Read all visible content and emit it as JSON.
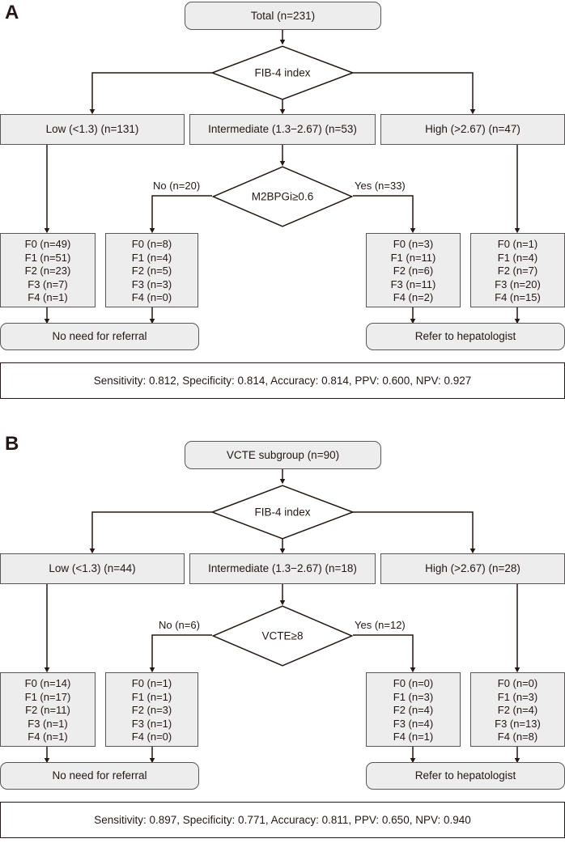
{
  "figure": {
    "type": "clinical-decision-flowchart",
    "panels": [
      {
        "label": "A",
        "root": "Total (n=231)",
        "decision1": "FIB-4 index",
        "strata": [
          "Low (<1.3) (n=131)",
          "Intermediate (1.3−2.67) (n=53)",
          "High (>2.67) (n=47)"
        ],
        "decision2": "M2BPGi≥0.6",
        "branch_no": "No (n=20)",
        "branch_yes": "Yes (n=33)",
        "stage_groups": [
          {
            "name": "low-stages",
            "rows": [
              "F0 (n=49)",
              "F1 (n=51)",
              "F2 (n=23)",
              "F3 (n=7)",
              "F4 (n=1)"
            ]
          },
          {
            "name": "intermediate-no-stages",
            "rows": [
              "F0 (n=8)",
              "F1 (n=4)",
              "F2 (n=5)",
              "F3 (n=3)",
              "F4 (n=0)"
            ]
          },
          {
            "name": "intermediate-yes-stages",
            "rows": [
              "F0 (n=3)",
              "F1 (n=11)",
              "F2 (n=6)",
              "F3 (n=11)",
              "F4 (n=2)"
            ]
          },
          {
            "name": "high-stages",
            "rows": [
              "F0 (n=1)",
              "F1 (n=4)",
              "F2 (n=7)",
              "F3 (n=20)",
              "F4 (n=15)"
            ]
          }
        ],
        "outcome_left": "No need for referral",
        "outcome_right": "Refer to hepatologist",
        "stats": "Sensitivity: 0.812, Specificity: 0.814, Accuracy: 0.814, PPV: 0.600, NPV: 0.927",
        "metrics": {
          "sensitivity": 0.812,
          "specificity": 0.814,
          "accuracy": 0.814,
          "ppv": 0.6,
          "npv": 0.927
        }
      },
      {
        "label": "B",
        "root": "VCTE subgroup (n=90)",
        "decision1": "FIB-4 index",
        "strata": [
          "Low (<1.3) (n=44)",
          "Intermediate (1.3−2.67) (n=18)",
          "High (>2.67) (n=28)"
        ],
        "decision2": "VCTE≥8",
        "branch_no": "No (n=6)",
        "branch_yes": "Yes (n=12)",
        "stage_groups": [
          {
            "name": "low-stages",
            "rows": [
              "F0 (n=14)",
              "F1 (n=17)",
              "F2 (n=11)",
              "F3 (n=1)",
              "F4 (n=1)"
            ]
          },
          {
            "name": "intermediate-no-stages",
            "rows": [
              "F0 (n=1)",
              "F1 (n=1)",
              "F2 (n=3)",
              "F3 (n=1)",
              "F4 (n=0)"
            ]
          },
          {
            "name": "intermediate-yes-stages",
            "rows": [
              "F0 (n=0)",
              "F1 (n=3)",
              "F2 (n=4)",
              "F3 (n=4)",
              "F4 (n=1)"
            ]
          },
          {
            "name": "high-stages",
            "rows": [
              "F0 (n=0)",
              "F1 (n=3)",
              "F2 (n=4)",
              "F3 (n=13)",
              "F4 (n=8)"
            ]
          }
        ],
        "outcome_left": "No need for referral",
        "outcome_right": "Refer to hepatologist",
        "stats": "Sensitivity: 0.897, Specificity: 0.771, Accuracy: 0.811, PPV: 0.650, NPV: 0.940",
        "metrics": {
          "sensitivity": 0.897,
          "specificity": 0.771,
          "accuracy": 0.811,
          "ppv": 0.65,
          "npv": 0.94
        }
      }
    ],
    "colors": {
      "node_fill": "#ededed",
      "node_border": "#595757",
      "stat_border": "#231815",
      "text": "#231815",
      "line": "#231815",
      "background": "#ffffff"
    }
  }
}
